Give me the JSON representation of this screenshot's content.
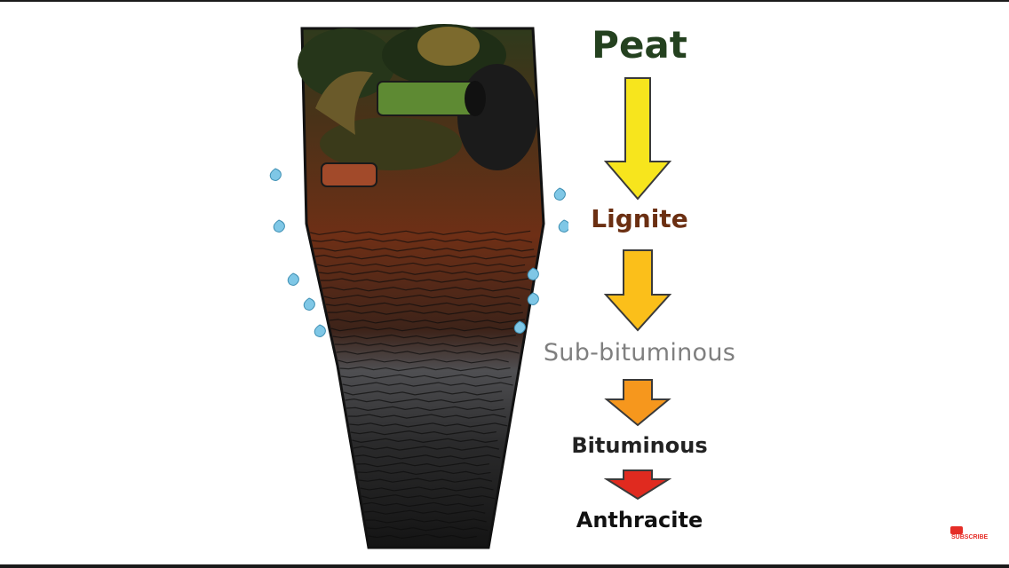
{
  "stages": [
    {
      "label": "Peat",
      "color": "#24411f"
    },
    {
      "label": "Lignite",
      "color": "#6b2f12"
    },
    {
      "label": "Sub-bituminous",
      "color": "#7f7f7f"
    },
    {
      "label": "Bituminous",
      "color": "#222222"
    },
    {
      "label": "Anthracite",
      "color": "#111111"
    }
  ],
  "arrows": [
    {
      "from": "Peat",
      "to": "Lignite",
      "color": "#f7e51d"
    },
    {
      "from": "Lignite",
      "to": "Sub-bituminous",
      "color": "#fbbf1a"
    },
    {
      "from": "Sub-bituminous",
      "to": "Bituminous",
      "color": "#f6971d"
    },
    {
      "from": "Bituminous",
      "to": "Anthracite",
      "color": "#e02a1f"
    }
  ],
  "subscribe": {
    "text": "SUBSCRIBE"
  }
}
